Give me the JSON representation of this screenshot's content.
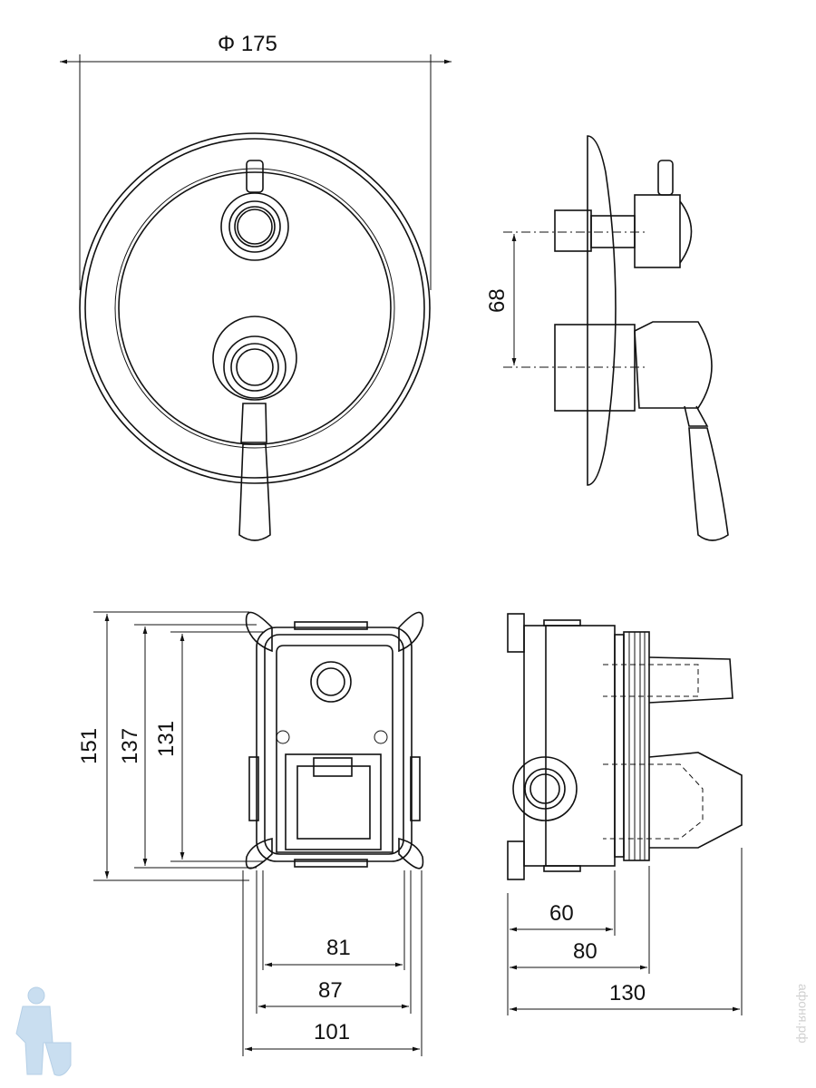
{
  "dimensions": {
    "diameter": "Φ 175",
    "spacing": "68",
    "height_151": "151",
    "height_137": "137",
    "height_131": "131",
    "width_81": "81",
    "width_87": "87",
    "width_101": "101",
    "depth_60": "60",
    "depth_80": "80",
    "depth_130": "130"
  },
  "watermark": "афоня.рф",
  "colors": {
    "line": "#111111",
    "logo": "#c9def0"
  }
}
